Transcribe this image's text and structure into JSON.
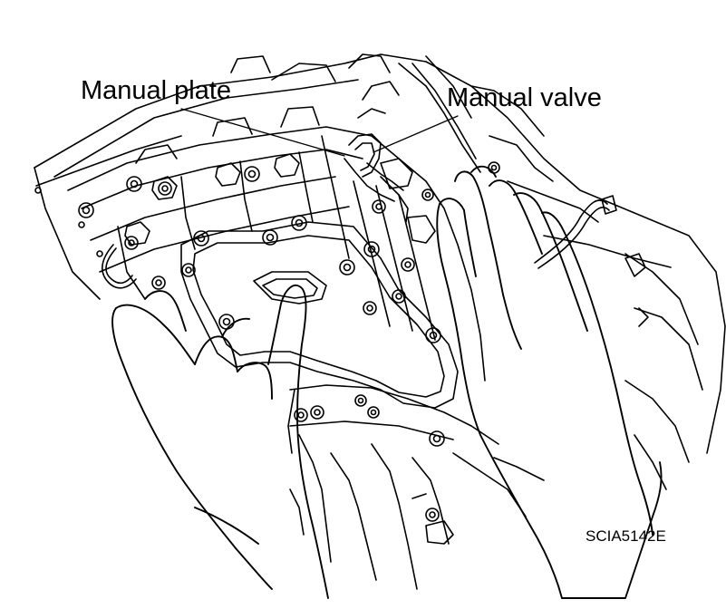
{
  "labels": {
    "manual_plate": "Manual plate",
    "manual_valve": "Manual valve"
  },
  "figure_code": "SCIA5142E",
  "colors": {
    "ink": "#000000",
    "paper": "#ffffff"
  }
}
